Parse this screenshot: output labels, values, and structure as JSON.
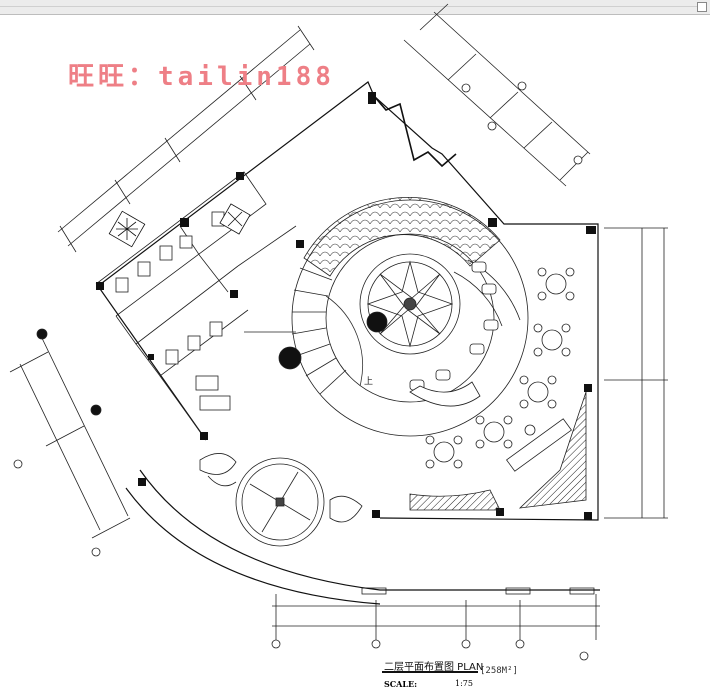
{
  "window": {
    "toolbar": ""
  },
  "watermark": "旺旺：tailin188",
  "drawing": {
    "title": "二层平面布置图 PLAN",
    "area": "[258M²]",
    "scale_label": "SCALE:",
    "scale_value": "1:75",
    "direction_label": "上"
  }
}
